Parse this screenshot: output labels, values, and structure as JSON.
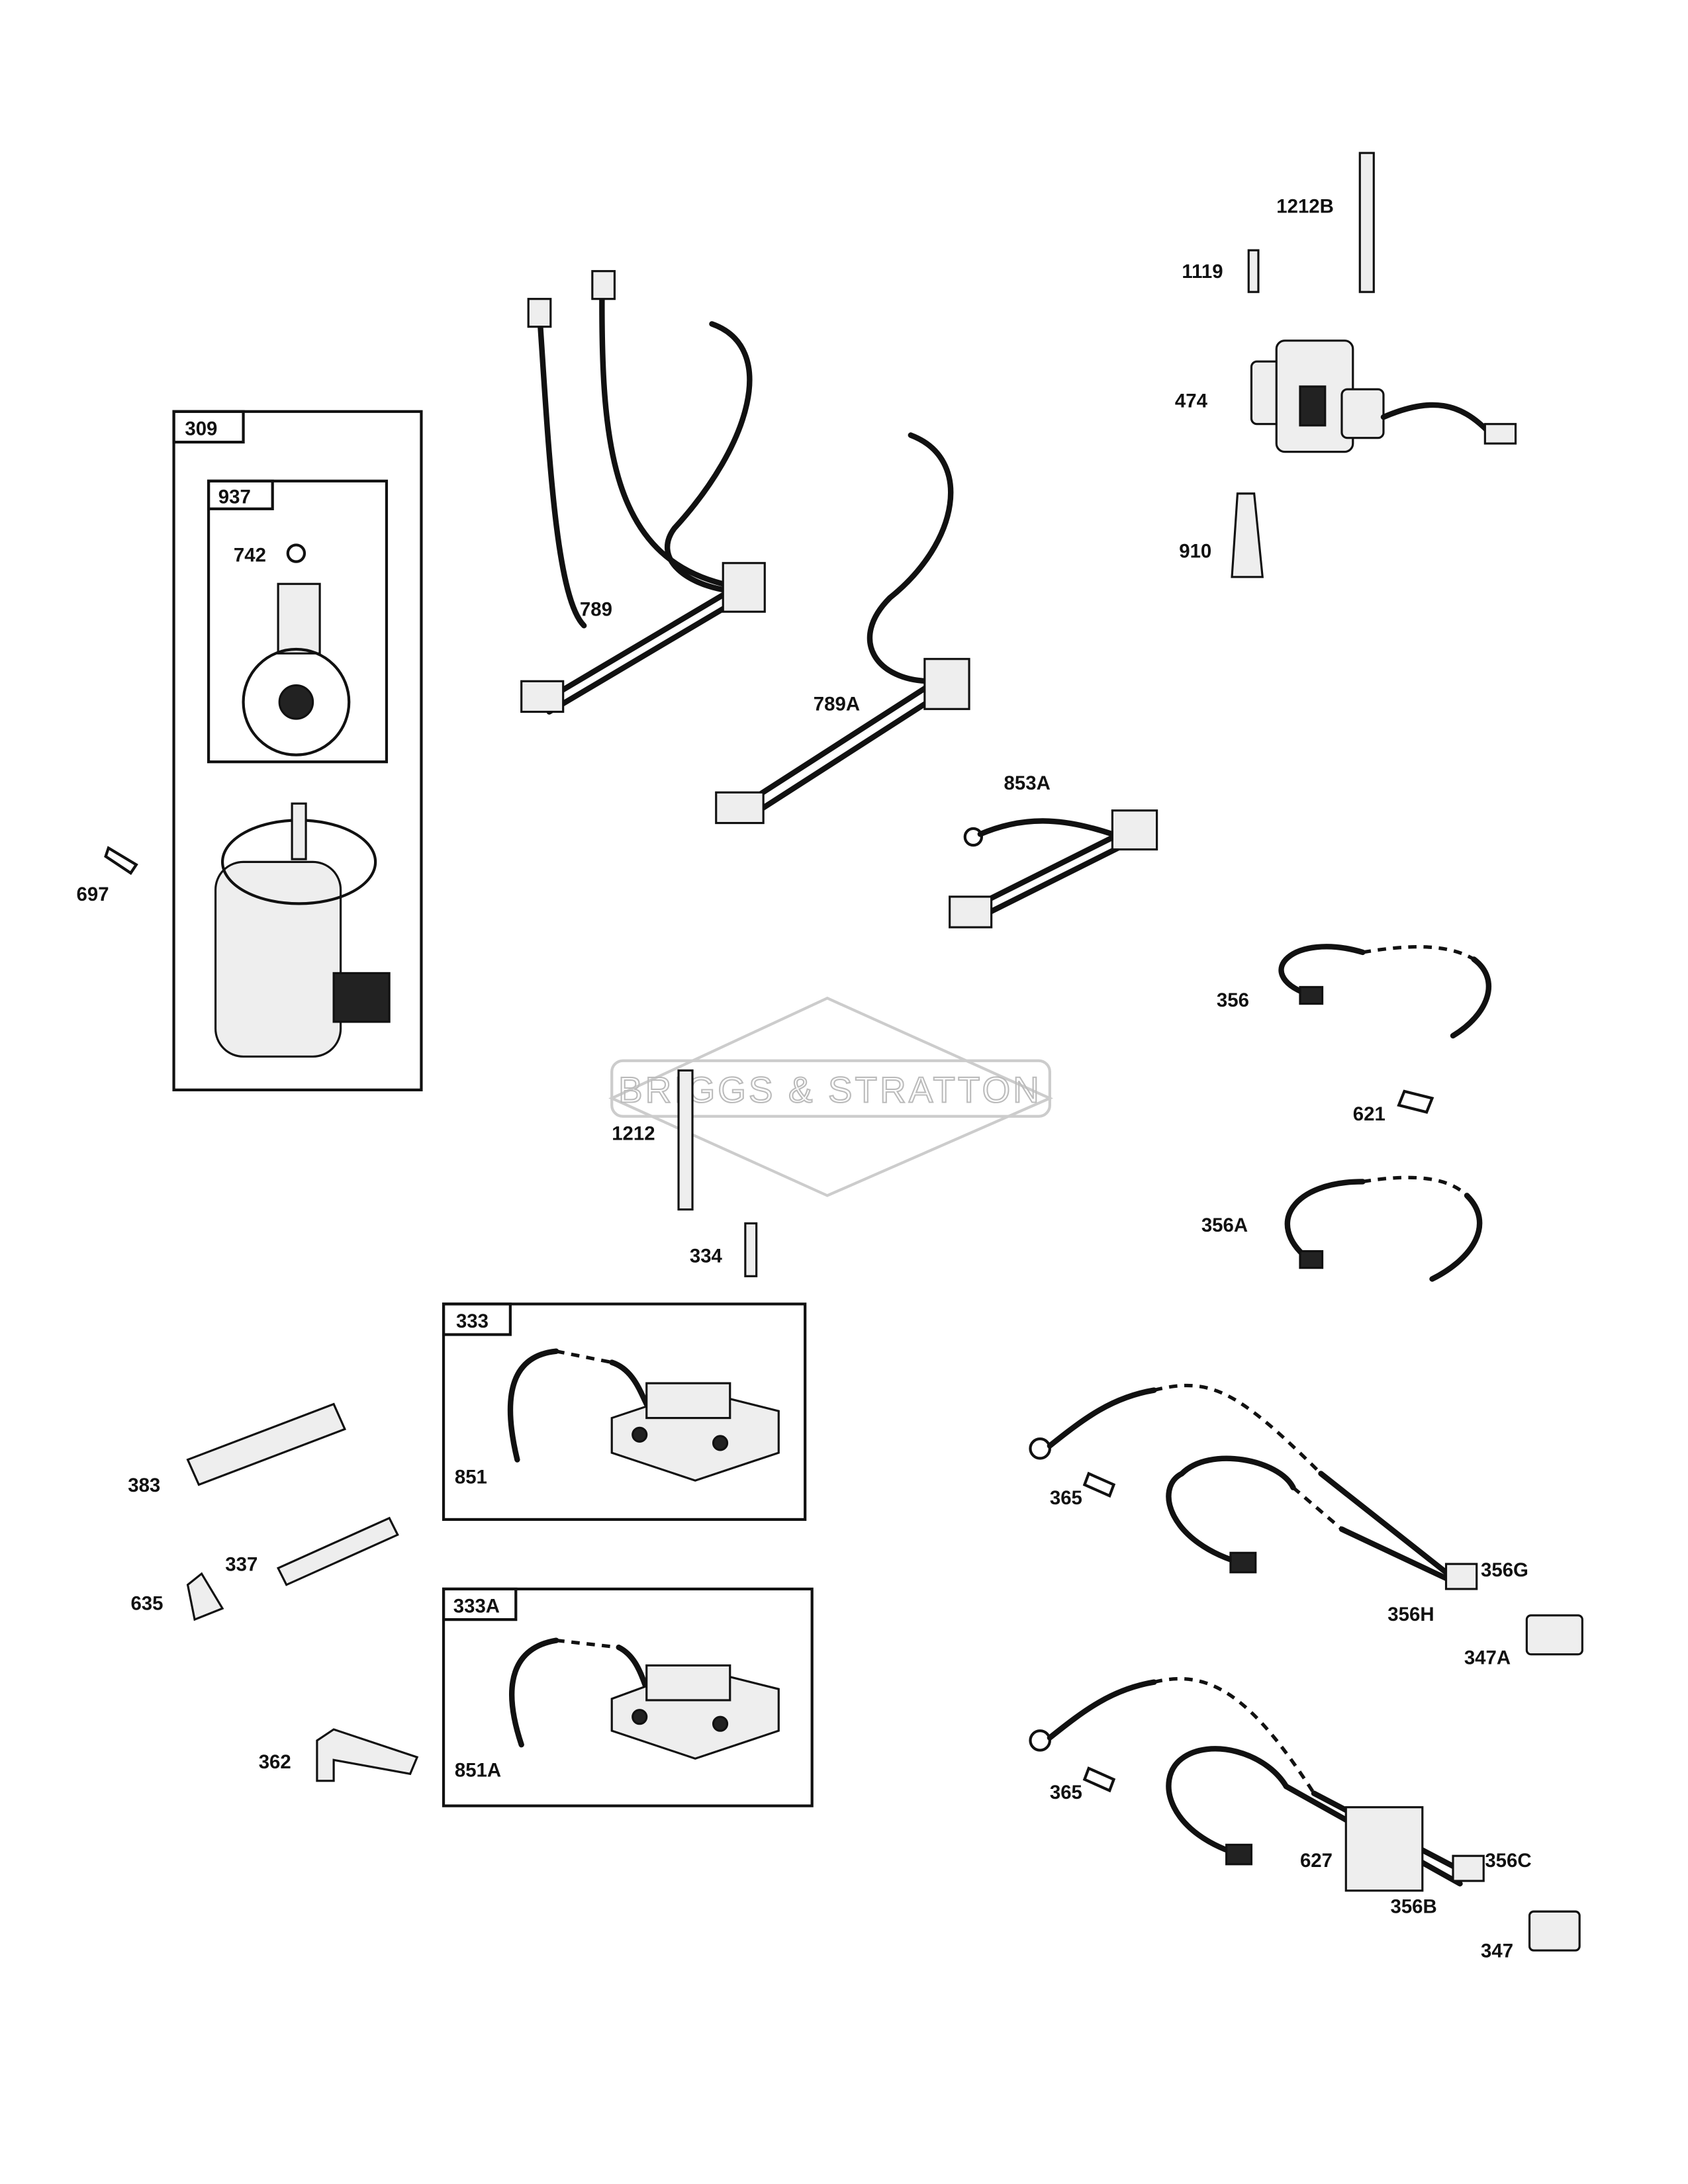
{
  "watermark": "BRIGGS & STRATTON",
  "callouts": {
    "p309": "309",
    "p937": "937",
    "p742": "742",
    "p697": "697",
    "p789": "789",
    "p789A": "789A",
    "p853A": "853A",
    "p1212B": "1212B",
    "p1119": "1119",
    "p474": "474",
    "p910": "910",
    "p356": "356",
    "p621": "621",
    "p356A": "356A",
    "p1212": "1212",
    "p334": "334",
    "p333": "333",
    "p851": "851",
    "p333A": "333A",
    "p851A": "851A",
    "p383": "383",
    "p337": "337",
    "p635": "635",
    "p362": "362",
    "p365a": "365",
    "p356G": "356G",
    "p356H": "356H",
    "p347A": "347A",
    "p365b": "365",
    "p627": "627",
    "p356C": "356C",
    "p356B": "356B",
    "p347": "347"
  }
}
